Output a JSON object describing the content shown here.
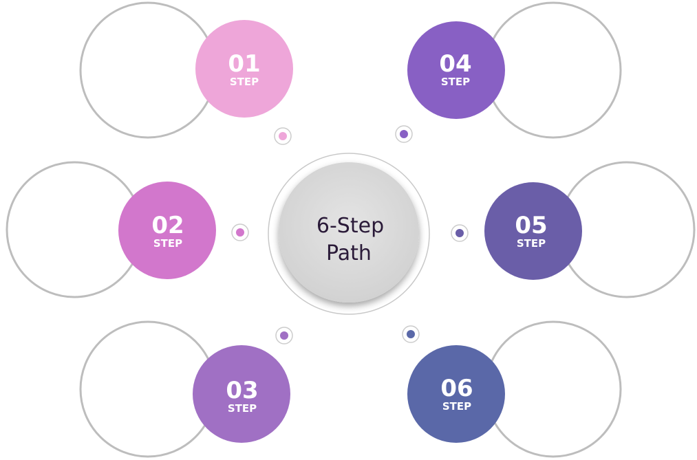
{
  "center": {
    "title_line1": "6-Step",
    "title_line2": "Path"
  },
  "steps": [
    {
      "number": "01",
      "label": "STEP",
      "color": "#eea6d9"
    },
    {
      "number": "02",
      "label": "STEP",
      "color": "#d277cc"
    },
    {
      "number": "03",
      "label": "STEP",
      "color": "#a070c4"
    },
    {
      "number": "04",
      "label": "STEP",
      "color": "#8860c4"
    },
    {
      "number": "05",
      "label": "STEP",
      "color": "#6a5ea8"
    },
    {
      "number": "06",
      "label": "STEP",
      "color": "#5a68a8"
    }
  ],
  "colors": {
    "ring": "#bdbdbd",
    "center_fill": "#dcdcdc"
  }
}
